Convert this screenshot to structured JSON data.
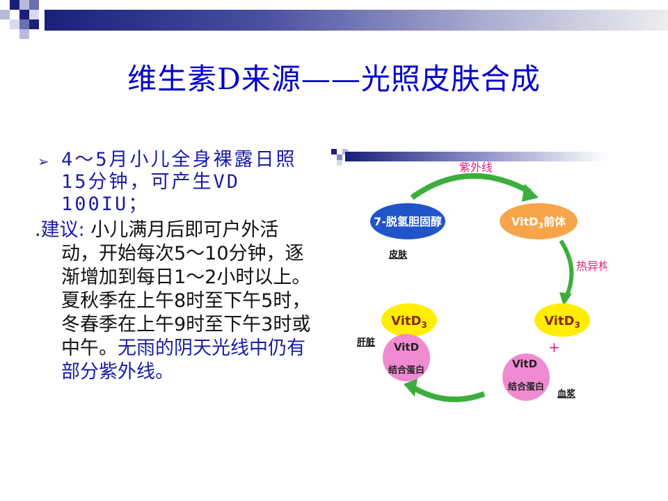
{
  "title": "维生素D来源——光照皮肤合成",
  "bullets": {
    "b1_text": "4～5月小儿全身裸露日照15分钟，可产生VD 100IU；",
    "b2_prefix": ".",
    "b2_lead": "建议",
    "b2_colon": ": ",
    "b2_body": "小儿满月后即可户外活动，开始每次5～10分钟，逐渐增加到每日1～2小时以上。夏秋季在上午8时至下午5时，冬春季在上午9时至下午3时或中午。",
    "b2_blue": "无雨的阴天光线中仍有部分紫外线。"
  },
  "diagram": {
    "uv_label": "紫外线",
    "precursor_label": "7-脱氢胆固醇",
    "skin_label": "皮肤",
    "vitd3_pre_base": "VitD",
    "vitd3_pre_sub": "3",
    "vitd3_pre_suffix": "前体",
    "isomer_label": "热异构",
    "vitd3_left_base": "VitD",
    "vitd3_left_sub": "3",
    "vitd3_right_base": "VitD",
    "vitd3_right_sub": "3",
    "plus": "+",
    "liver_label": "肝脏",
    "liver_vitd": "VitD",
    "liver_protein": "结合蛋白",
    "plasma_vitd": "VitD",
    "plasma_protein": "结合蛋白",
    "plasma_label": "血浆"
  },
  "colors": {
    "title": "#0000cc",
    "arrow_green": "#3cae3c",
    "precursor_blue": "#1f55c8",
    "vitd_pre_orange": "#f6a54a",
    "vitd3_yellow": "#ffee00",
    "binding_pink": "#f08ad2",
    "uv_pink": "#e0207a"
  }
}
